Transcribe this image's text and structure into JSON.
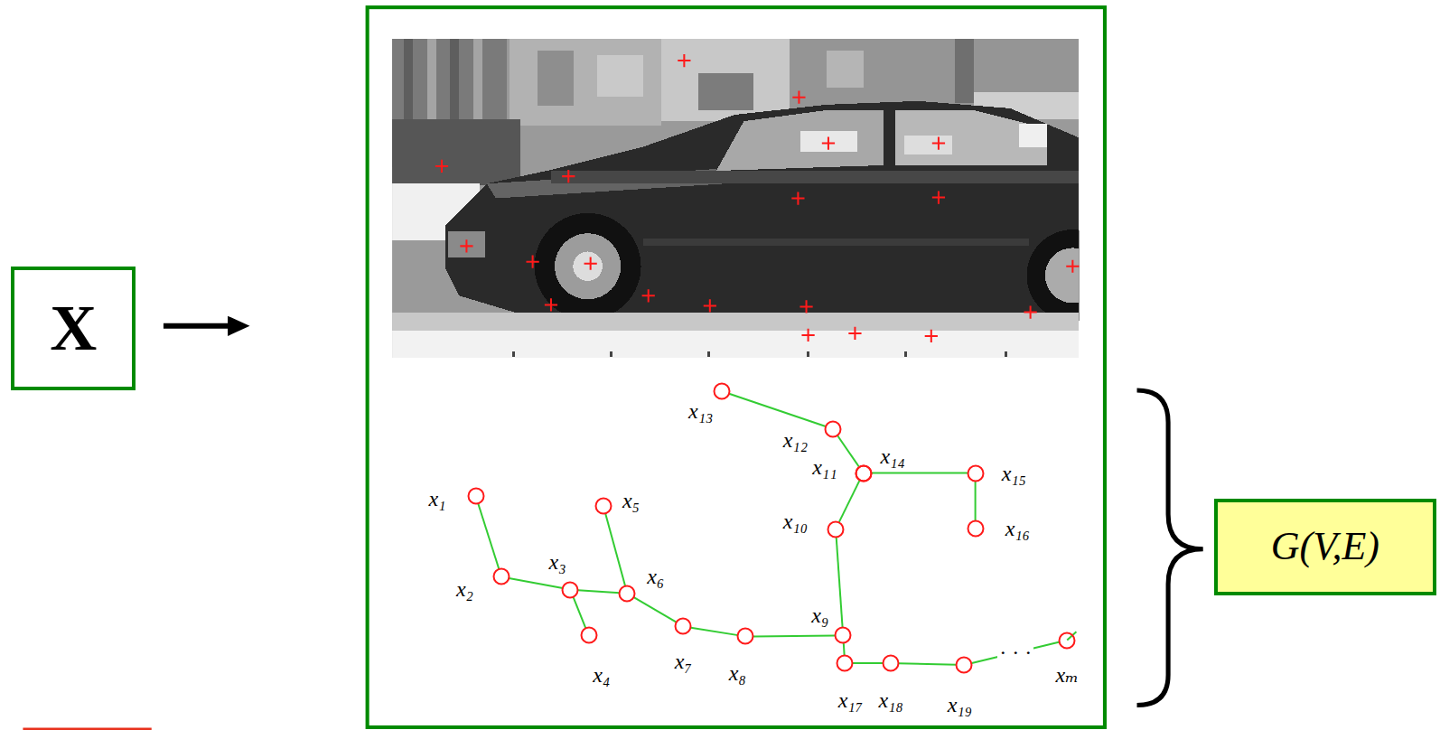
{
  "diagram": {
    "nodes": [
      {
        "text": [
          "X"
        ]
      },
      {
        "text": [
          "x₁"
        ]
      },
      {
        "text": [
          "x₂"
        ]
      },
      {
        "text": [
          "x₃"
        ]
      },
      {
        "text": [
          "x₄"
        ]
      },
      {
        "text": [
          "x₅"
        ]
      },
      {
        "text": [
          "x₆"
        ]
      },
      {
        "text": [
          "x₇"
        ]
      },
      {
        "text": [
          "x₈"
        ]
      },
      {
        "text": [
          "x₉"
        ]
      },
      {
        "text": [
          "x₁₀"
        ]
      },
      {
        "text": [
          "x₁₁"
        ]
      },
      {
        "text": [
          "x₁₂"
        ]
      },
      {
        "text": [
          "x₁₃"
        ]
      },
      {
        "text": [
          "x₁₄"
        ]
      },
      {
        "text": [
          "x₁₅"
        ]
      },
      {
        "text": [
          "x₁₆"
        ]
      },
      {
        "text": [
          "x₁₇"
        ]
      },
      {
        "text": [
          "x₁₈"
        ]
      },
      {
        "text": [
          "x₁₉"
        ]
      },
      {
        "text": [
          "xₘ"
        ]
      },
      {
        "text": [
          "G(V,E)"
        ]
      }
    ],
    "edges": [
      {
        "from": 1,
        "to": 2,
        "arrow": "none"
      },
      {
        "from": 2,
        "to": 3,
        "arrow": "none"
      },
      {
        "from": 3,
        "to": 4,
        "arrow": "none"
      },
      {
        "from": 3,
        "to": 6,
        "arrow": "none"
      },
      {
        "from": 5,
        "to": 6,
        "arrow": "none"
      },
      {
        "from": 6,
        "to": 7,
        "arrow": "none"
      },
      {
        "from": 7,
        "to": 8,
        "arrow": "none"
      },
      {
        "from": 8,
        "to": 9,
        "arrow": "none"
      },
      {
        "from": 9,
        "to": 10,
        "arrow": "none"
      },
      {
        "from": 10,
        "to": 11,
        "arrow": "none"
      },
      {
        "from": 11,
        "to": 12,
        "arrow": "none"
      },
      {
        "from": 12,
        "to": 13,
        "arrow": "none"
      },
      {
        "from": 14,
        "to": 15,
        "arrow": "none"
      },
      {
        "from": 15,
        "to": 16,
        "arrow": "none"
      },
      {
        "from": 9,
        "to": 17,
        "arrow": "none"
      },
      {
        "from": 17,
        "to": 18,
        "arrow": "none"
      },
      {
        "from": 18,
        "to": 19,
        "arrow": "none"
      },
      {
        "from": 19,
        "to": 20,
        "label": "· · ·",
        "arrow": "none"
      }
    ]
  }
}
